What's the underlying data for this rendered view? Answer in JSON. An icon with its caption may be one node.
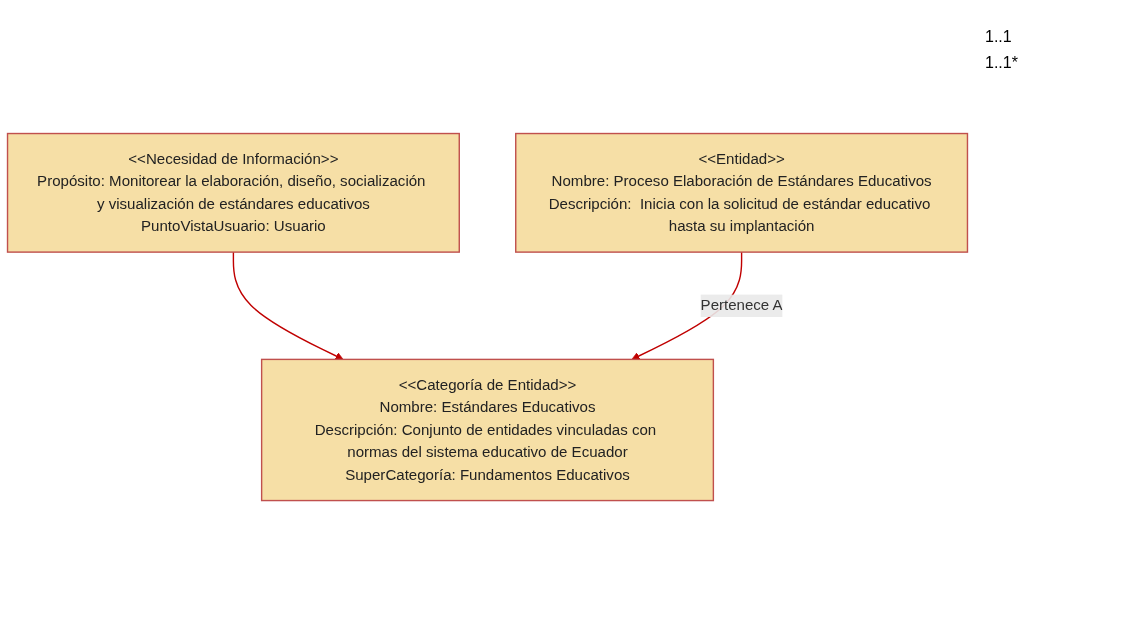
{
  "diagram": {
    "nodes": [
      {
        "text": [
          "<<Necesidad de Información>>",
          "Propósito: Monitorear la elaboración, diseño, socialización y visualización de estándares educativos",
          "PuntoVistaUsuario: Usuario"
        ]
      },
      {
        "text": [
          "<<Categoría de Entidad>>",
          "Nombre: Estándares Educativos",
          "Descripción: Conjunto de entidades vinculadas con normas del sistema educativo de Ecuador",
          "SuperCategoría: Fundamentos Educativos"
        ]
      },
      {
        "text": [
          "<<Entidad>>",
          "Nombre: Proceso Elaboración de Estándares Educativos",
          "Descripción:  Inicia con la solicitud de estándar educativo hasta su implantación"
        ]
      }
    ],
    "edges": [
      {
        "from": 0,
        "to": 1,
        "arrow": "to"
      },
      {
        "from": 2,
        "to": 1,
        "arrow": "to",
        "label": "Pertenece A"
      }
    ],
    "labels": [
      "1..1",
      "1..1*"
    ]
  }
}
